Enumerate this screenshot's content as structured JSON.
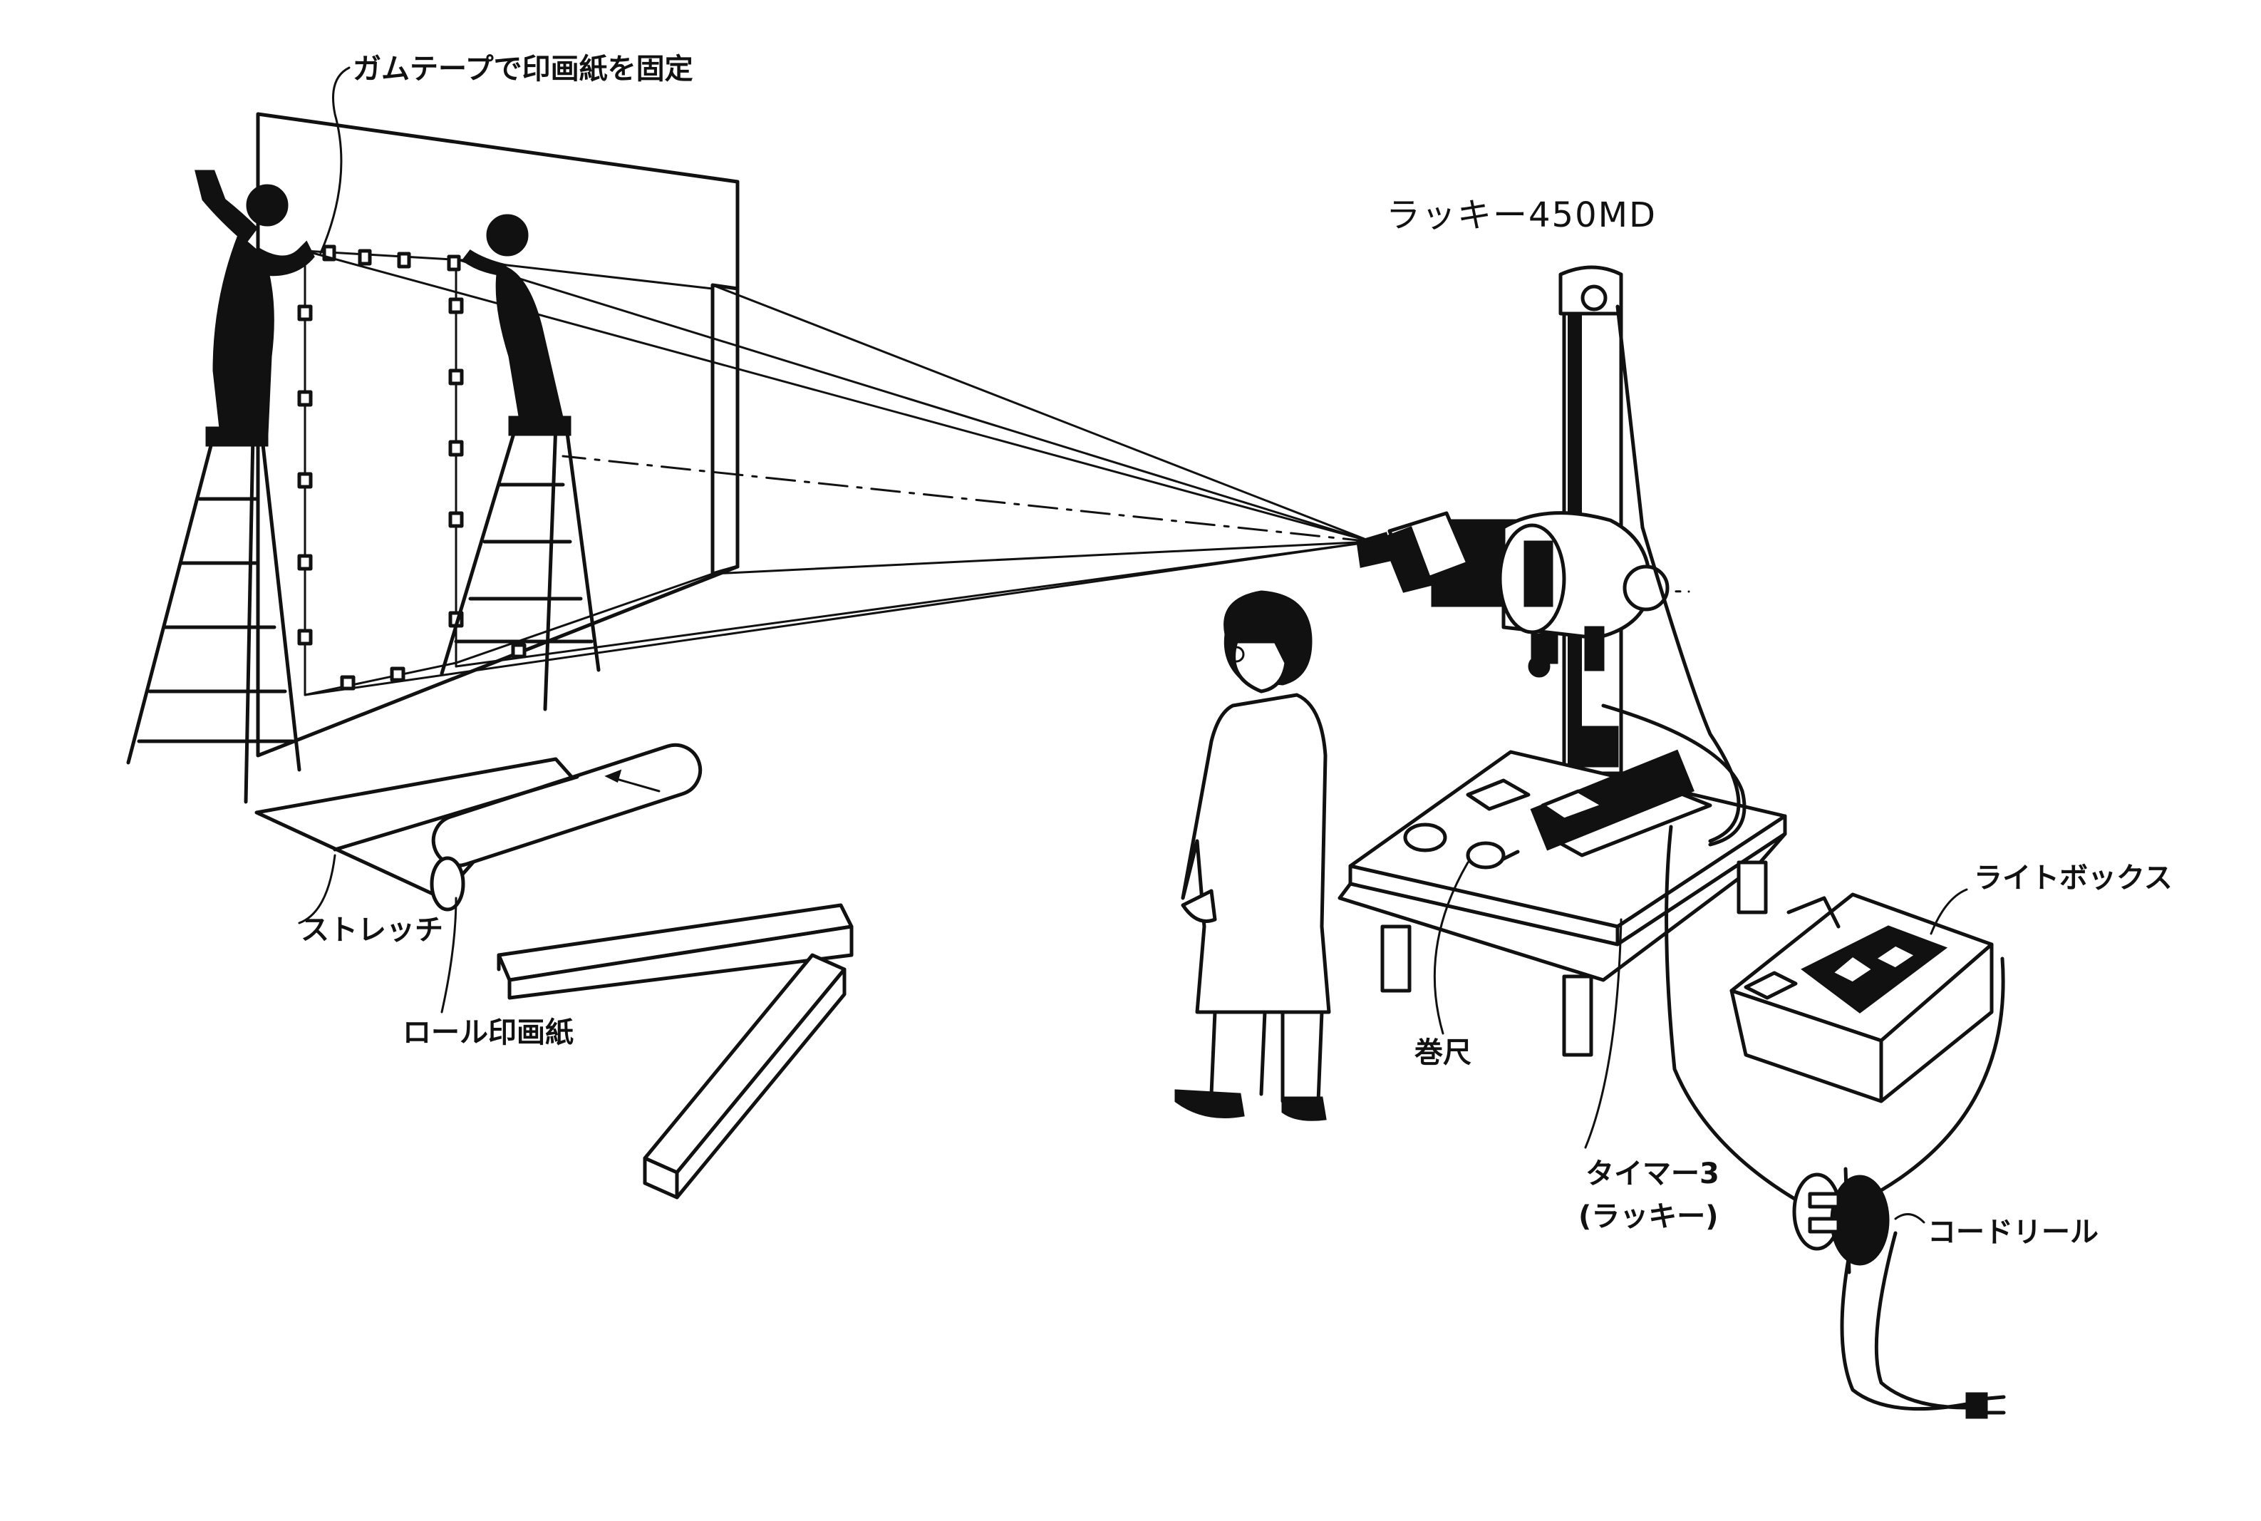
{
  "labels": {
    "tape": "ガムテープで印画紙を固定",
    "model": "ラッキー450MD",
    "lightbox": "ライトボックス",
    "stretch": "ストレッチ",
    "roll_paper": "ロール印画紙",
    "tape_measure": "巻尺",
    "timer_line1": "タイマー3",
    "timer_line2": "(ラッキー)",
    "cord_reel": "コードリール"
  }
}
